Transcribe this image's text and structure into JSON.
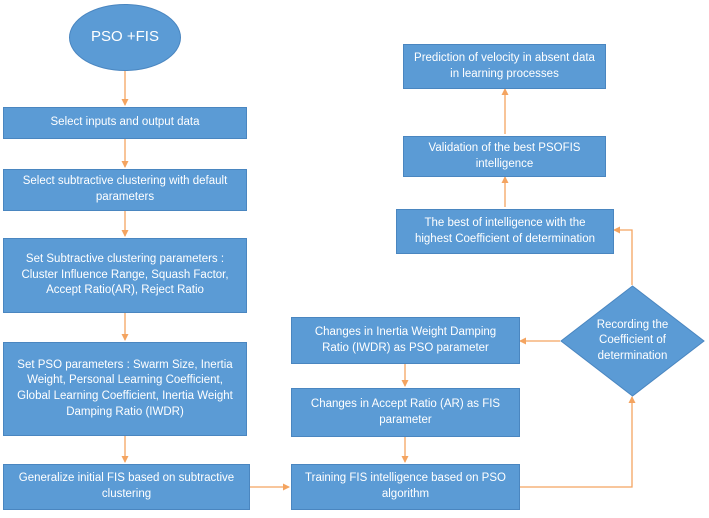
{
  "colors": {
    "node_fill": "#5b9bd5",
    "node_border": "#4a86c0",
    "arrow": "#f4a460",
    "text": "#ffffff"
  },
  "start": {
    "label": "PSO +FIS"
  },
  "steps": {
    "select_inputs": "Select inputs and output data",
    "select_clustering": "Select subtractive clustering with default parameters",
    "set_subtractive": "Set Subtractive clustering  parameters : Cluster Influence Range, Squash Factor, Accept Ratio(AR), Reject Ratio",
    "set_pso": "Set PSO parameters : Swarm Size, Inertia Weight, Personal Learning Coefficient, Global Learning Coefficient, Inertia Weight Damping Ratio (IWDR)",
    "generalize_fis": "Generalize initial FIS based on subtractive clustering",
    "training_fis": "Training FIS intelligence based on PSO algorithm",
    "changes_ar": "Changes in Accept Ratio (AR) as FIS parameter",
    "changes_iwdr": "Changes in Inertia Weight Damping Ratio (IWDR) as PSO parameter",
    "recording": "Recording the Coefficient of determination",
    "best_intelligence": "The best of intelligence with the highest Coefficient of determination",
    "validation": "Validation of the best PSOFIS intelligence",
    "prediction": "Prediction of velocity in absent data in learning processes"
  }
}
